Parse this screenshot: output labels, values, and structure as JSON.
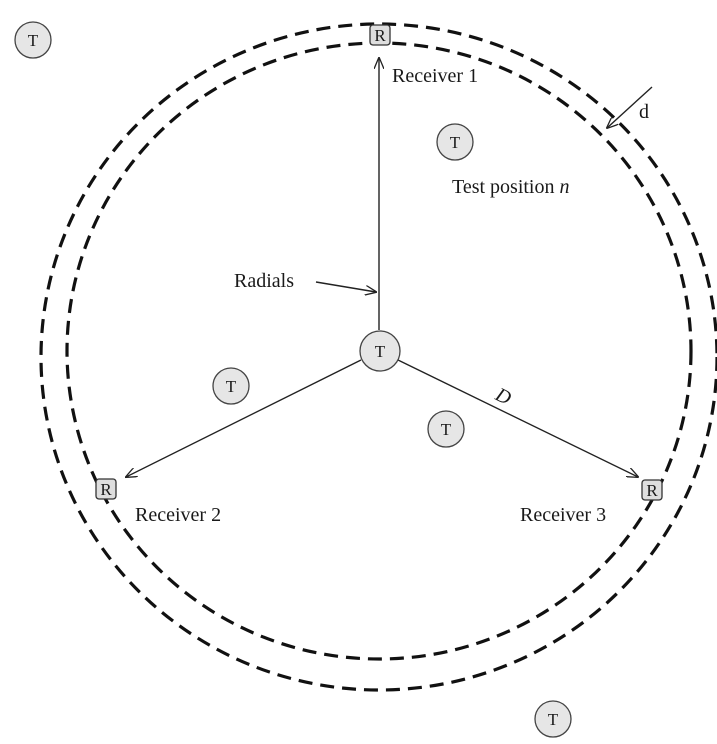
{
  "diagram": {
    "node_letters": {
      "transmitter": "T",
      "receiver": "R"
    },
    "labels": {
      "receiver_1": "Receiver 1",
      "receiver_2": "Receiver 2",
      "receiver_3": "Receiver 3",
      "radials": "Radials",
      "test_position_prefix": "Test position ",
      "test_position_var": "n",
      "distance": "D",
      "ring_gap": "d"
    }
  }
}
